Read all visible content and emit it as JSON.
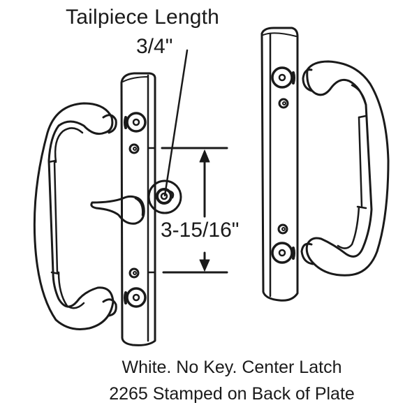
{
  "diagram": {
    "title": "Tailpiece Length",
    "tailpiece_length": "3/4\"",
    "hole_spacing": "3-15/16\"",
    "caption_line1": "White. No Key. Center Latch",
    "caption_line2": "2265 Stamped on Back of Plate",
    "colors": {
      "line": "#1a1a1a",
      "background": "#ffffff"
    },
    "parts": [
      {
        "name": "interior handle with latch lever",
        "position": "left"
      },
      {
        "name": "exterior pull handle",
        "position": "right"
      }
    ]
  }
}
